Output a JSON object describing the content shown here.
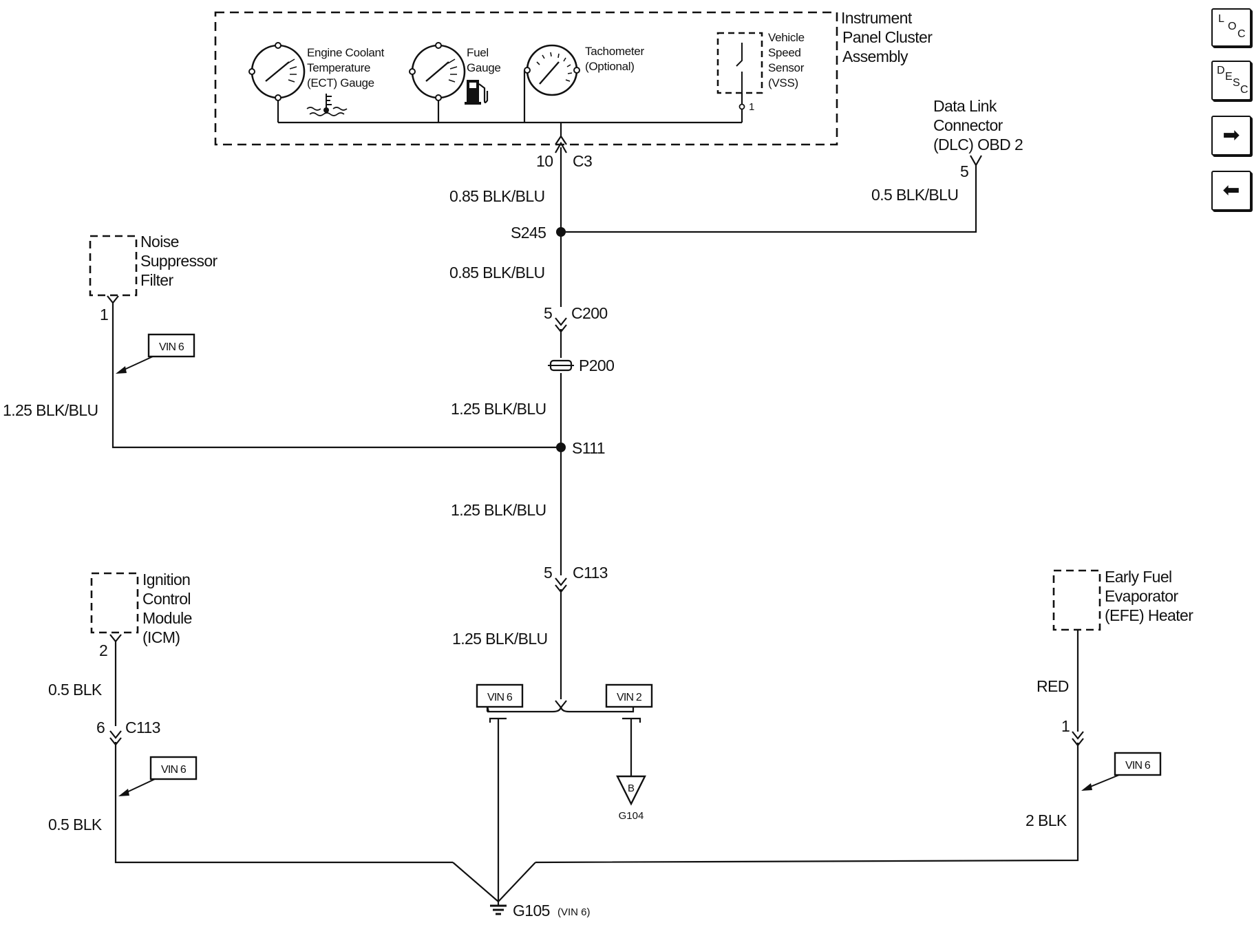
{
  "components": {
    "ipc": "Instrument Panel Cluster Assembly",
    "ect_gauge": "Engine Coolant Temperature (ECT) Gauge",
    "fuel_gauge": "Fuel Gauge",
    "tach": "Tachometer (Optional)",
    "vss": "Vehicle Speed Sensor (VSS)",
    "dlc": "Data Link Connector (DLC) OBD 2",
    "nsf": "Noise Suppressor Filter",
    "icm": "Ignition Control Module (ICM)",
    "efe": "Early Fuel Evaporator (EFE) Heater"
  },
  "ipc_lines": [
    "Instrument",
    "Panel Cluster",
    "Assembly"
  ],
  "ect_lines": [
    "Engine Coolant",
    "Temperature",
    "(ECT) Gauge"
  ],
  "fuel_lines": [
    "Fuel",
    "Gauge"
  ],
  "tach_lines": [
    "Tachometer",
    "(Optional)"
  ],
  "vss_lines": [
    "Vehicle",
    "Speed",
    "Sensor",
    "(VSS)"
  ],
  "dlc_lines": [
    "Data Link",
    "Connector",
    "(DLC) OBD 2"
  ],
  "nsf_lines": [
    "Noise",
    "Suppressor",
    "Filter"
  ],
  "icm_lines": [
    "Ignition",
    "Control",
    "Module",
    "(ICM)"
  ],
  "efe_lines": [
    "Early Fuel",
    "Evaporator",
    "(EFE) Heater"
  ],
  "wires": {
    "w_c3_s245": "0.85 BLK/BLU",
    "w_s245_c200": "0.85 BLK/BLU",
    "w_dlc": "0.5 BLK/BLU",
    "w_p200_s111": "1.25 BLK/BLU",
    "w_nsf": "1.25 BLK/BLU",
    "w_s111_c113": "1.25 BLK/BLU",
    "w_c113_down": "1.25 BLK/BLU",
    "w_icm_upper": "0.5 BLK",
    "w_icm_lower": "0.5 BLK",
    "w_efe_upper": "RED",
    "w_efe_lower": "2 BLK"
  },
  "connectors": {
    "c3": "C3",
    "c3_pin": "10",
    "c200": "C200",
    "c200_pin": "5",
    "c113_main": "C113",
    "c113_main_pin": "5",
    "c113_icm": "C113",
    "c113_icm_pin": "6",
    "dlc_pin": "5",
    "nsf_pin": "1",
    "icm_pin": "2",
    "efe_pin": "1",
    "vss_pin": "1"
  },
  "splices": {
    "s245": "S245",
    "s111": "S111",
    "p200": "P200"
  },
  "grounds": {
    "g105": "G105",
    "g105_note": "(VIN 6)",
    "g104": "G104",
    "g104_letter": "B"
  },
  "vin_tags": {
    "nsf": "VIN 6",
    "icm": "VIN 6",
    "efe": "VIN 6",
    "left": "VIN 6",
    "right": "VIN 2"
  },
  "nav": {
    "loc": {
      "a": "L",
      "b": "O",
      "c": "C"
    },
    "desc": {
      "a": "D",
      "b": "E",
      "c": "S",
      "d": "C"
    },
    "next": "➡",
    "prev": "⬅"
  }
}
